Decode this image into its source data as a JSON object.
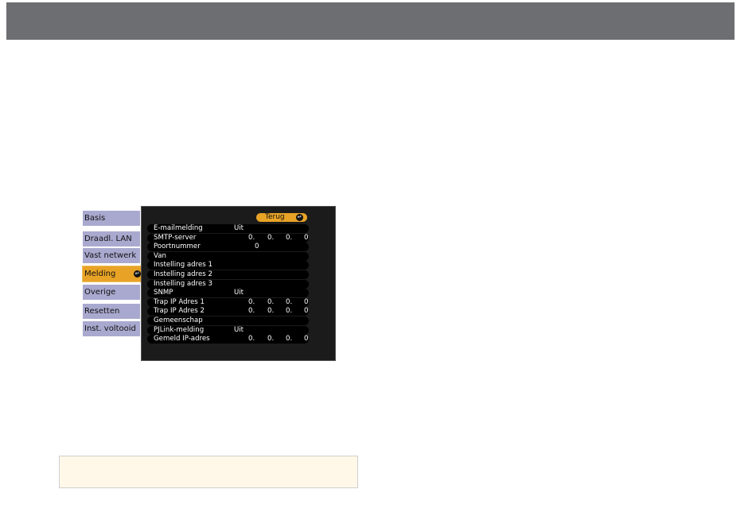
{
  "tabs": [
    {
      "label": "Basis",
      "active": false
    },
    {
      "label": "Draadl. LAN",
      "active": false
    },
    {
      "label": "Vast netwerk",
      "active": false
    },
    {
      "label": "Melding",
      "active": true,
      "icon": "enter-icon"
    },
    {
      "label": "Overige",
      "active": false
    },
    {
      "label": "Resetten",
      "active": false
    },
    {
      "label": "Inst. voltooid",
      "active": false
    }
  ],
  "panel": {
    "back_label": "Terug",
    "back_icon": "enter-icon",
    "rows": [
      {
        "label": "E-mailmelding",
        "value": "Uit"
      },
      {
        "label": "SMTP-server",
        "ip": [
          "0.",
          "0.",
          "0.",
          "0"
        ]
      },
      {
        "label": "Poortnummer",
        "port": "0"
      },
      {
        "label": "Van"
      },
      {
        "label": "Instelling adres 1"
      },
      {
        "label": "Instelling adres 2"
      },
      {
        "label": "Instelling adres 3"
      },
      {
        "label": "SNMP",
        "value": "Uit"
      },
      {
        "label": "Trap IP Adres 1",
        "ip": [
          "0.",
          "0.",
          "0.",
          "0"
        ]
      },
      {
        "label": "Trap IP Adres 2",
        "ip": [
          "0.",
          "0.",
          "0.",
          "0"
        ]
      },
      {
        "label": "Gemeenschap"
      },
      {
        "label": "PJLink-melding",
        "value": "Uit"
      },
      {
        "label": "Gemeld IP-adres",
        "ip": [
          "0.",
          "0.",
          "0.",
          "0"
        ]
      }
    ]
  },
  "colors": {
    "header_bar": "#6d6e71",
    "tab": "#a9a9cf",
    "tab_active": "#e8a326",
    "panel_bg": "#1b1b1b",
    "note_bg": "#fff8e8"
  }
}
